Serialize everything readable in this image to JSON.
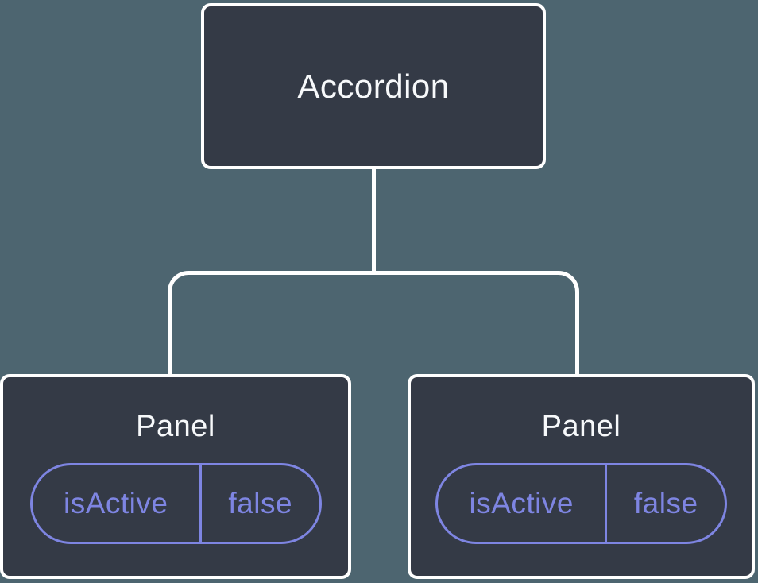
{
  "diagram": {
    "description": "Component tree diagram: Accordion parent with two Panel children, each holding an isActive prop pill",
    "root": {
      "label": "Accordion"
    },
    "children": [
      {
        "label": "Panel",
        "prop": {
          "name": "isActive",
          "value": "false"
        }
      },
      {
        "label": "Panel",
        "prop": {
          "name": "isActive",
          "value": "false"
        }
      }
    ]
  },
  "colors": {
    "background": "#4d6570",
    "node_bg": "#343a46",
    "node_border": "#ffffff",
    "node_text": "#f7f9fb",
    "pill": "#7e85e2"
  }
}
